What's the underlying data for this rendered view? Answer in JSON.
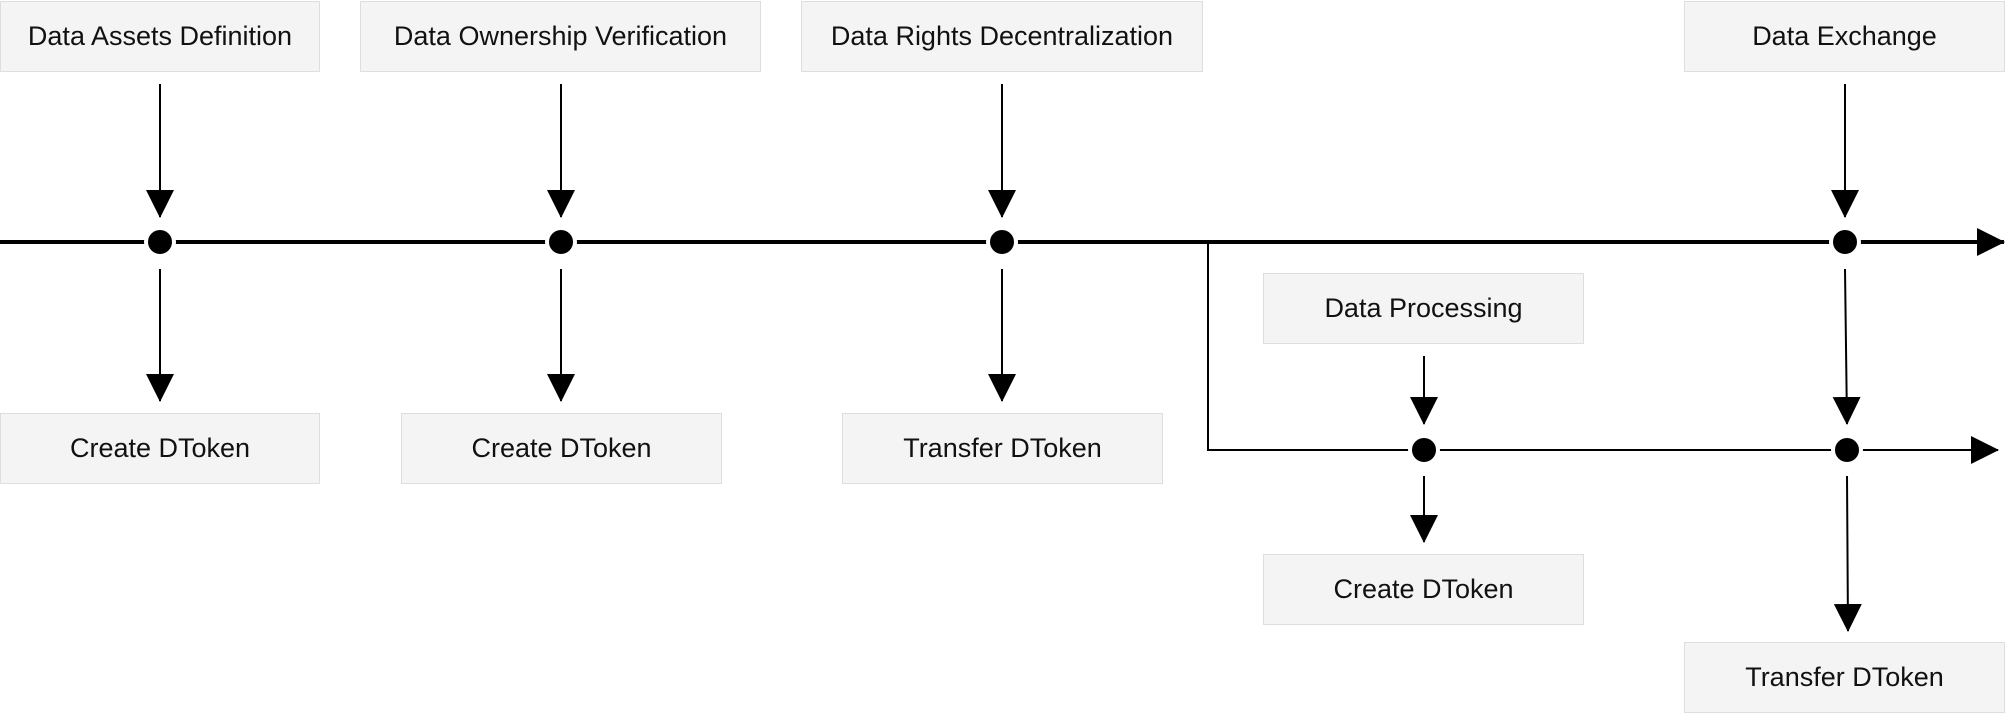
{
  "boxes": {
    "data_assets_definition": "Data Assets Definition",
    "data_ownership_verification": "Data Ownership Verification",
    "data_rights_decentralization": "Data Rights Decentralization",
    "data_exchange": "Data Exchange",
    "data_processing": "Data Processing",
    "create_dtoken_1": "Create DToken",
    "create_dtoken_2": "Create DToken",
    "transfer_dtoken_1": "Transfer DToken",
    "create_dtoken_3": "Create DToken",
    "transfer_dtoken_2": "Transfer DToken"
  },
  "colors": {
    "line": "#000000",
    "box_fill": "#f4f4f4",
    "box_border": "#dedede"
  }
}
